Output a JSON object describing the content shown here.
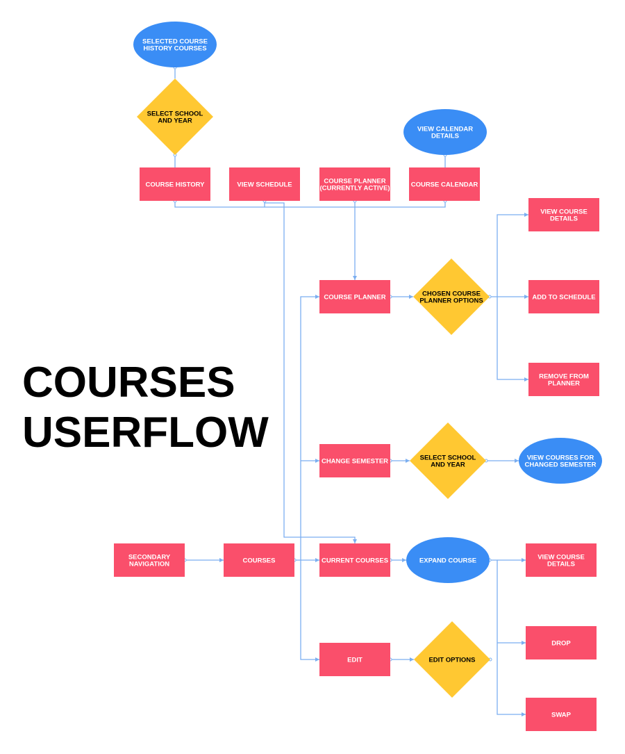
{
  "title": {
    "line1": "COURSES",
    "line2": "USERFLOW"
  },
  "colors": {
    "rect": "#FA4F6B",
    "ellipse": "#3A8DF5",
    "diamond": "#FFC832",
    "connector": "#7BAEF0",
    "text_on_rect": "#FFFFFF",
    "text_on_ellipse": "#FFFFFF",
    "text_on_diamond": "#000000"
  },
  "nodes": {
    "history_courses": {
      "shape": "ellipse",
      "lines": [
        "SELECTED COURSE",
        "HISTORY COURSES"
      ]
    },
    "select_school_top": {
      "shape": "diamond",
      "lines": [
        "SELECT SCHOOL",
        "AND YEAR"
      ]
    },
    "calendar_details": {
      "shape": "ellipse",
      "lines": [
        "VIEW CALENDAR",
        "DETAILS"
      ]
    },
    "course_history": {
      "shape": "rect",
      "lines": [
        "COURSE HISTORY"
      ]
    },
    "view_schedule": {
      "shape": "rect",
      "lines": [
        "VIEW SCHEDULE"
      ]
    },
    "planner_active": {
      "shape": "rect",
      "lines": [
        "COURSE PLANNER",
        "(CURRENTLY ACTIVE)"
      ]
    },
    "course_calendar": {
      "shape": "rect",
      "lines": [
        "COURSE CALENDAR"
      ]
    },
    "view_details_top": {
      "shape": "rect",
      "lines": [
        "VIEW COURSE",
        "DETAILS"
      ]
    },
    "course_planner": {
      "shape": "rect",
      "lines": [
        "COURSE PLANNER"
      ]
    },
    "planner_options": {
      "shape": "diamond",
      "lines": [
        "CHOSEN COURSE",
        "PLANNER OPTIONS"
      ]
    },
    "add_schedule": {
      "shape": "rect",
      "lines": [
        "ADD TO SCHEDULE"
      ]
    },
    "remove_planner": {
      "shape": "rect",
      "lines": [
        "REMOVE FROM",
        "PLANNER"
      ]
    },
    "change_semester": {
      "shape": "rect",
      "lines": [
        "CHANGE SEMESTER"
      ]
    },
    "select_school_mid": {
      "shape": "diamond",
      "lines": [
        "SELECT SCHOOL",
        "AND YEAR"
      ]
    },
    "changed_semester": {
      "shape": "ellipse",
      "lines": [
        "VIEW COURSES FOR",
        "CHANGED SEMESTER"
      ]
    },
    "secondary_nav": {
      "shape": "rect",
      "lines": [
        "SECONDARY",
        "NAVIGATION"
      ]
    },
    "courses": {
      "shape": "rect",
      "lines": [
        "COURSES"
      ]
    },
    "current_courses": {
      "shape": "rect",
      "lines": [
        "CURRENT COURSES"
      ]
    },
    "expand_course": {
      "shape": "ellipse",
      "lines": [
        "EXPAND COURSE"
      ]
    },
    "view_details_bottom": {
      "shape": "rect",
      "lines": [
        "VIEW COURSE",
        "DETAILS"
      ]
    },
    "edit": {
      "shape": "rect",
      "lines": [
        "EDIT"
      ]
    },
    "edit_options": {
      "shape": "diamond",
      "lines": [
        "EDIT OPTIONS"
      ]
    },
    "drop": {
      "shape": "rect",
      "lines": [
        "DROP"
      ]
    },
    "swap": {
      "shape": "rect",
      "lines": [
        "SWAP"
      ]
    }
  }
}
